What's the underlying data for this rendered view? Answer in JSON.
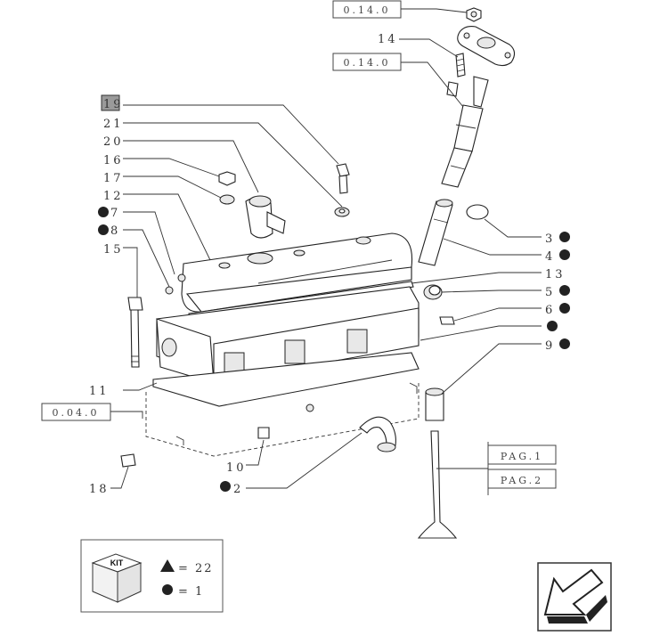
{
  "callouts": {
    "ref_top_1": "0.14.0",
    "ref_top_2": "0.14.0",
    "ref_left": "0.04.0",
    "pag_1": "PAG.1",
    "pag_2": "PAG.2",
    "n2": "2",
    "n3": "3",
    "n4": "4",
    "n5": "5",
    "n6": "6",
    "n7": "7",
    "n8": "8",
    "n9": "9",
    "n10": "10",
    "n11": "11",
    "n12": "12",
    "n13": "13",
    "n14": "14",
    "n15": "15",
    "n16": "16",
    "n17": "17",
    "n18": "18",
    "n19": "19",
    "n20": "20",
    "n21": "21"
  },
  "legend": {
    "kit_label": "KIT",
    "triangle_text": "= 22",
    "dot_text": "= 1"
  },
  "icons": {
    "kit_box": "kit-box-icon",
    "triangle": "triangle-icon",
    "dot": "dot-icon",
    "nav_arrow": "back-arrow-icon"
  }
}
